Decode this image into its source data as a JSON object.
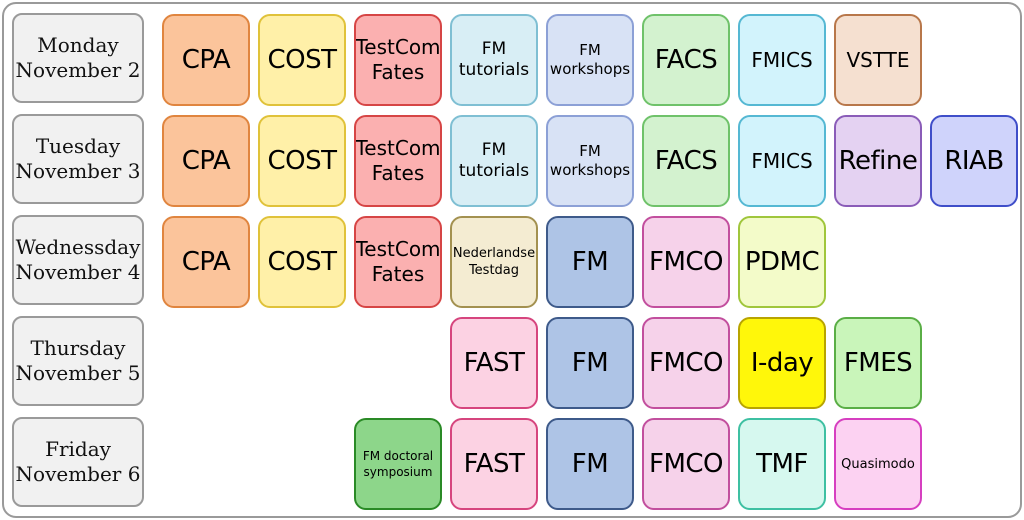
{
  "days": [
    {
      "label": "Monday\nNovember 2"
    },
    {
      "label": "Tuesday\nNovember 3"
    },
    {
      "label": "Wednessday\nNovember 4"
    },
    {
      "label": "Thursday\nNovember 5"
    },
    {
      "label": "Friday\nNovember 6"
    }
  ],
  "colors": {
    "orange": {
      "fill": "#fbc49b",
      "border": "#e0853f"
    },
    "yellow": {
      "fill": "#fff0a8",
      "border": "#e0c23a"
    },
    "red": {
      "fill": "#fbb0b0",
      "border": "#d64545"
    },
    "lightblue": {
      "fill": "#d8eef5",
      "border": "#7fbfd3"
    },
    "periwinkle": {
      "fill": "#d8e2f5",
      "border": "#8ca0d6"
    },
    "green": {
      "fill": "#d3f2cf",
      "border": "#6fc26a"
    },
    "cyan": {
      "fill": "#d2f3fc",
      "border": "#55b8d3"
    },
    "beige": {
      "fill": "#f5e0d0",
      "border": "#b8774a"
    },
    "lavender": {
      "fill": "#e4d2f2",
      "border": "#8a5cb8"
    },
    "blue": {
      "fill": "#cfd3fb",
      "border": "#3f4ec9"
    },
    "cream": {
      "fill": "#f4ecd2",
      "border": "#a39150"
    },
    "steel": {
      "fill": "#aec4e6",
      "border": "#3e5a8a"
    },
    "pink": {
      "fill": "#f6d2ea",
      "border": "#c24f9e"
    },
    "lime": {
      "fill": "#f3fbc9",
      "border": "#a0c63c"
    },
    "rose": {
      "fill": "#fcd2e3",
      "border": "#d6457e"
    },
    "gold": {
      "fill": "#fff70a",
      "border": "#b8a400"
    },
    "mint": {
      "fill": "#c9f5ba",
      "border": "#5aae46"
    },
    "darkgreen": {
      "fill": "#8dd68a",
      "border": "#2a8a26"
    },
    "aqua": {
      "fill": "#d6f8ef",
      "border": "#3ec0a2"
    },
    "magenta": {
      "fill": "#fcd2f2",
      "border": "#d63fc0"
    }
  },
  "rows": [
    [
      {
        "slot": 0,
        "label": "CPA",
        "color": "orange",
        "size": "xl"
      },
      {
        "slot": 1,
        "label": "COST",
        "color": "yellow",
        "size": "xl"
      },
      {
        "slot": 2,
        "label": "TestCom\nFates",
        "color": "red",
        "size": "lg"
      },
      {
        "slot": 3,
        "label": "FM\ntutorials",
        "color": "lightblue",
        "size": "md"
      },
      {
        "slot": 4,
        "label": "FM\nworkshops",
        "color": "periwinkle",
        "size": "sm"
      },
      {
        "slot": 5,
        "label": "FACS",
        "color": "green",
        "size": "xl"
      },
      {
        "slot": 6,
        "label": "FMICS",
        "color": "cyan",
        "size": "lg"
      },
      {
        "slot": 7,
        "label": "VSTTE",
        "color": "beige",
        "size": "lg"
      }
    ],
    [
      {
        "slot": 0,
        "label": "CPA",
        "color": "orange",
        "size": "xl"
      },
      {
        "slot": 1,
        "label": "COST",
        "color": "yellow",
        "size": "xl"
      },
      {
        "slot": 2,
        "label": "TestCom\nFates",
        "color": "red",
        "size": "lg"
      },
      {
        "slot": 3,
        "label": "FM\ntutorials",
        "color": "lightblue",
        "size": "md"
      },
      {
        "slot": 4,
        "label": "FM\nworkshops",
        "color": "periwinkle",
        "size": "sm"
      },
      {
        "slot": 5,
        "label": "FACS",
        "color": "green",
        "size": "xl"
      },
      {
        "slot": 6,
        "label": "FMICS",
        "color": "cyan",
        "size": "lg"
      },
      {
        "slot": 7,
        "label": "Refine",
        "color": "lavender",
        "size": "xl"
      },
      {
        "slot": 8,
        "label": "RIAB",
        "color": "blue",
        "size": "xl"
      }
    ],
    [
      {
        "slot": 0,
        "label": "CPA",
        "color": "orange",
        "size": "xl"
      },
      {
        "slot": 1,
        "label": "COST",
        "color": "yellow",
        "size": "xl"
      },
      {
        "slot": 2,
        "label": "TestCom\nFates",
        "color": "red",
        "size": "lg"
      },
      {
        "slot": 3,
        "label": "Nederlandse\nTestdag",
        "color": "cream",
        "size": "xs"
      },
      {
        "slot": 4,
        "label": "FM",
        "color": "steel",
        "size": "xl"
      },
      {
        "slot": 5,
        "label": "FMCO",
        "color": "pink",
        "size": "xl"
      },
      {
        "slot": 6,
        "label": "PDMC",
        "color": "lime",
        "size": "xl"
      }
    ],
    [
      {
        "slot": 3,
        "label": "FAST",
        "color": "rose",
        "size": "xl"
      },
      {
        "slot": 4,
        "label": "FM",
        "color": "steel",
        "size": "xl"
      },
      {
        "slot": 5,
        "label": "FMCO",
        "color": "pink",
        "size": "xl"
      },
      {
        "slot": 6,
        "label": "I-day",
        "color": "gold",
        "size": "xl"
      },
      {
        "slot": 7,
        "label": "FMES",
        "color": "mint",
        "size": "xl"
      }
    ],
    [
      {
        "slot": 2,
        "label": "FM doctoral\nsymposium",
        "color": "darkgreen",
        "size": "xxs"
      },
      {
        "slot": 3,
        "label": "FAST",
        "color": "rose",
        "size": "xl"
      },
      {
        "slot": 4,
        "label": "FM",
        "color": "steel",
        "size": "xl"
      },
      {
        "slot": 5,
        "label": "FMCO",
        "color": "pink",
        "size": "xl"
      },
      {
        "slot": 6,
        "label": "TMF",
        "color": "aqua",
        "size": "xl"
      },
      {
        "slot": 7,
        "label": "Quasimodo",
        "color": "magenta",
        "size": "xs"
      }
    ]
  ]
}
